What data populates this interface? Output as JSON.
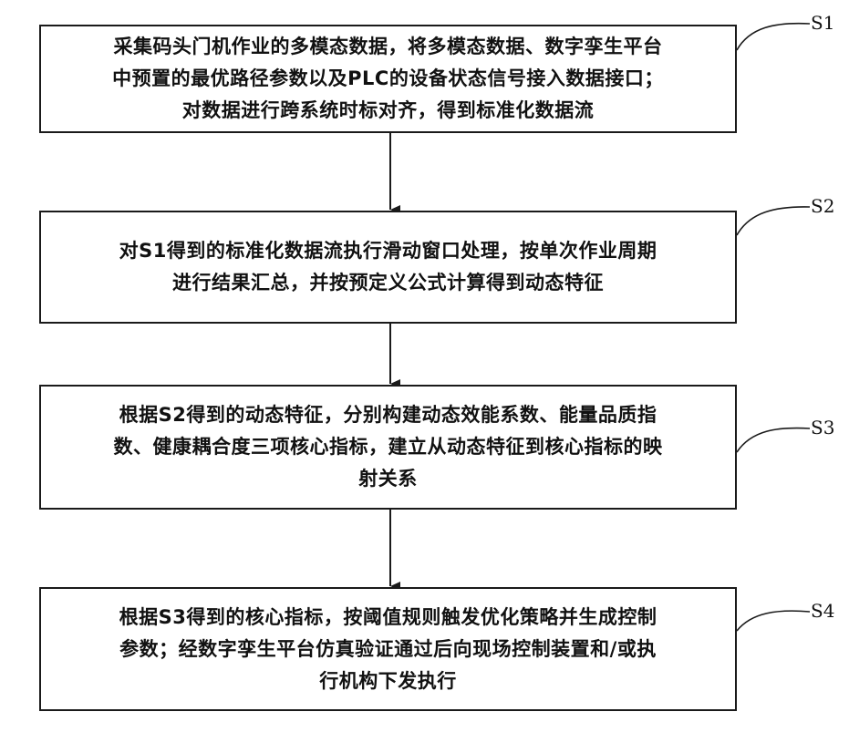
{
  "steps": [
    {
      "label": "S1",
      "text": "采集码头门机作业的多模态数据，将多模态数据、数字孪生平台\n中预置的最优路径参数以及PLC的设备状态信号接入数据接口；\n对数据进行跨系统时标对齐，得到标准化数据流"
    },
    {
      "label": "S2",
      "text": "对S1得到的标准化数据流执行滑动窗口处理，按单次作业周期\n进行结果汇总，并按预定义公式计算得到动态特征"
    },
    {
      "label": "S3",
      "text": "根据S2得到的动态特征，分别构建动态效能系数、能量品质指\n数、健康耦合度三项核心指标，建立从动态特征到核心指标的映\n射关系"
    },
    {
      "label": "S4",
      "text": "根据S3得到的核心指标，按阈值规则触发优化策略并生成控制\n参数；经数字孪生平台仿真验证通过后向现场控制装置和/或执\n行机构下发执行"
    }
  ]
}
